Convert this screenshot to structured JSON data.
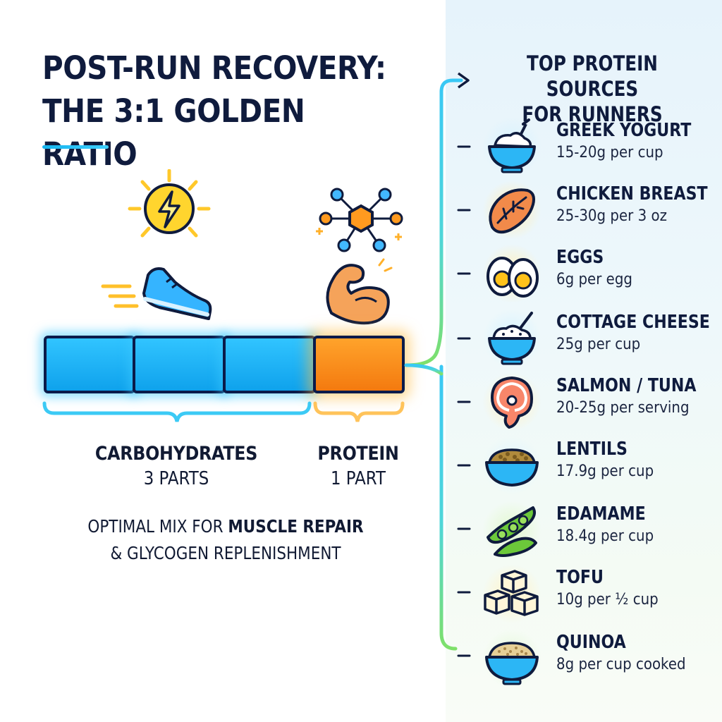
{
  "title_line1": "POST-RUN RECOVERY:",
  "title_line2": "THE 3:1 GOLDEN RATIO",
  "ratio": {
    "carbohydrates": {
      "label": "CARBOHYDRATES",
      "sub": "3 PARTS",
      "parts": 3
    },
    "protein": {
      "label": "PROTEIN",
      "sub": "1 PART",
      "parts": 1
    }
  },
  "tagline": {
    "part1": "OPTIMAL MIX FOR ",
    "bold": "MUSCLE REPAIR",
    "part2": "& GLYCOGEN REPLENISHMENT"
  },
  "panel_title_line1": "TOP PROTEIN SOURCES",
  "panel_title_line2": "FOR RUNNERS",
  "sources": [
    {
      "name": "GREEK YOGURT",
      "amount": "15-20g per cup",
      "icon": "yogurt-bowl-icon"
    },
    {
      "name": "CHICKEN BREAST",
      "amount": "25-30g per 3 oz",
      "icon": "chicken-breast-icon"
    },
    {
      "name": "EGGS",
      "amount": "6g per egg",
      "icon": "eggs-icon"
    },
    {
      "name": "COTTAGE CHEESE",
      "amount": "25g per cup",
      "icon": "cottage-cheese-icon"
    },
    {
      "name": "SALMON / TUNA",
      "amount": "20-25g per serving",
      "icon": "salmon-steak-icon"
    },
    {
      "name": "LENTILS",
      "amount": "17.9g per cup",
      "icon": "lentils-bowl-icon"
    },
    {
      "name": "EDAMAME",
      "amount": "18.4g per cup",
      "icon": "edamame-icon"
    },
    {
      "name": "TOFU",
      "amount": "10g per ½ cup",
      "icon": "tofu-cubes-icon"
    },
    {
      "name": "QUINOA",
      "amount": "8g per cup cooked",
      "icon": "quinoa-bowl-icon"
    }
  ],
  "colors": {
    "carb_blue": "#14aaf0",
    "protein_orange": "#f7891a",
    "navy": "#0f1b3d",
    "connector_top": "#39c8f5",
    "connector_bottom": "#7ee06a"
  }
}
